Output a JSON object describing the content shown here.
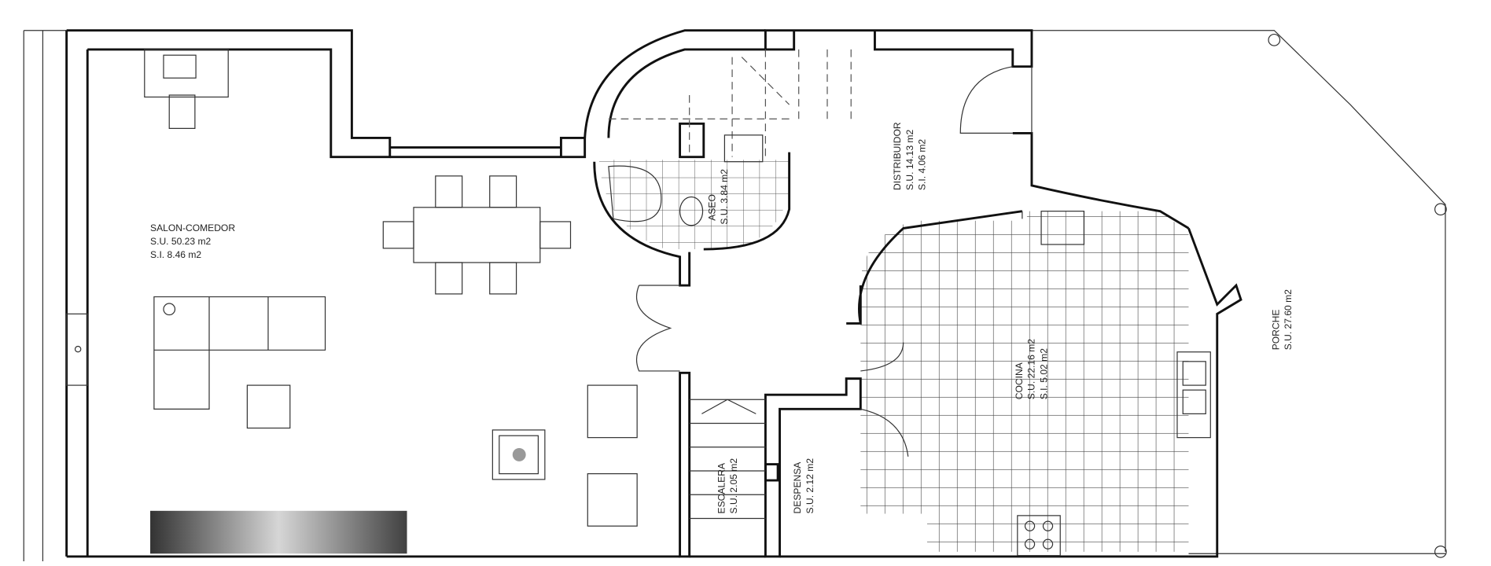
{
  "plan": {
    "rooms": {
      "salon": {
        "name": "SALON-COMEDOR",
        "su": "S.U. 50.23 m2",
        "si": "S.I.   8.46 m2"
      },
      "aseo": {
        "name": "ASEO",
        "su": "S.U. 3.84 m2"
      },
      "distribuidor": {
        "name": "DISTRIBUIDOR",
        "su": "S.U. 14.13 m2",
        "si": "S.I.   4.06 m2"
      },
      "cocina": {
        "name": "COCINA",
        "su": "S.U. 22.16 m2",
        "si": "S.I.   5.02 m2"
      },
      "porche": {
        "name": "PORCHE",
        "su": "S.U. 27.60 m2"
      },
      "escalera": {
        "name": "ESCALERA",
        "su": "S.U. 2.05 m2"
      },
      "despensa": {
        "name": "DESPENSA",
        "su": "S.U. 2.12 m2"
      }
    },
    "colors": {
      "wall": "#111111",
      "line": "#333333",
      "background": "#ffffff"
    }
  }
}
